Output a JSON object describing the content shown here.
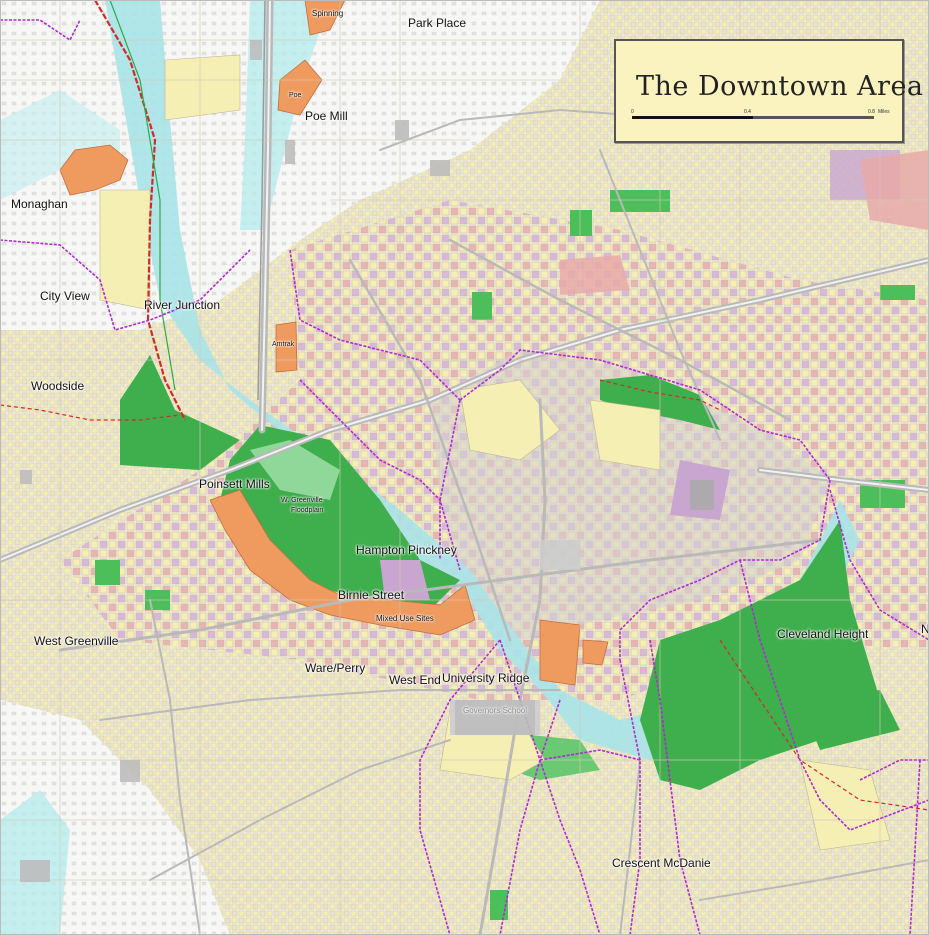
{
  "title": "The Downtown Area",
  "scale": {
    "ticks": [
      "0",
      "0.4",
      "0.8"
    ],
    "unit": "Miles"
  },
  "labels": {
    "spinning": "Spinning",
    "park_place": "Park Place",
    "poe": "Poe",
    "poe_mill": "Poe Mill",
    "monaghan": "Monaghan",
    "city_view": "City View",
    "river_junction": "River Junction",
    "amtrak": "Amtrak",
    "woodside": "Woodside",
    "poinsett_mills": "Poinsett Mills",
    "wg_floodplain_1": "W. Greenville",
    "wg_floodplain_2": "Floodplain",
    "hampton_pinckney": "Hampton Pinckney",
    "birnie_street": "Birnie Street",
    "mixed_use_sites": "Mixed Use Sites",
    "west_greenville": "West Greenville",
    "ware_perry": "Ware/Perry",
    "west_end": "West End",
    "university_ridge": "University Ridge",
    "governors_school": "Governors School",
    "cleveland_height": "Cleveland Height",
    "crescent_mcdanie": "Crescent McDanie",
    "edge_n": "N"
  },
  "colors": {
    "background": "#f4f1e8",
    "residential_yellow": "#f6efb4",
    "commercial_pink": "#e8a9a9",
    "institutional_purple": "#c9a6cf",
    "park_green": "#4cbf5a",
    "floodplain_green": "#3fae4c",
    "mixed_use_orange": "#ef9a5e",
    "water_cyan": "#a8e3e8",
    "neighborhood_boundary": "#b02ad0",
    "rail_red": "#d22a2a",
    "roads": "#b9b9b9",
    "title_box": "#faf3c0"
  }
}
